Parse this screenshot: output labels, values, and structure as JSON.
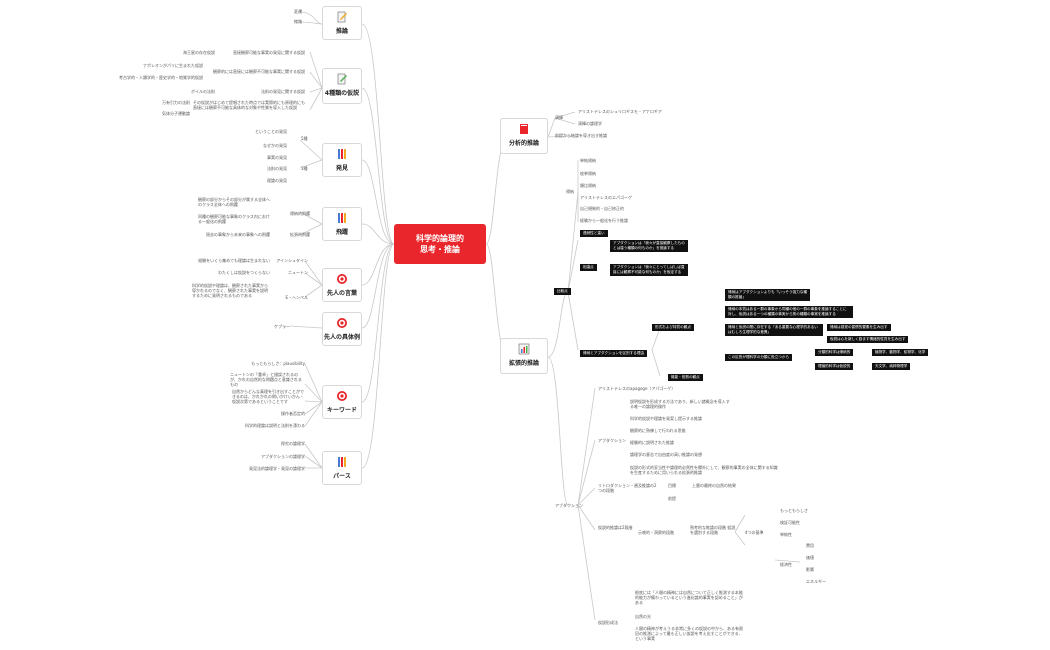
{
  "colors": {
    "accent": "#e8262b",
    "node_border": "#d8d8d8",
    "line": "#c8c8c8",
    "black_node": "#111111"
  },
  "center": {
    "line1": "科学的論理的",
    "line2": "思考・推論"
  },
  "left": {
    "suiron": {
      "title": "推論",
      "icon": "pencil-note-icon",
      "items": [
        "変遷",
        "線路"
      ]
    },
    "kasetsu": {
      "title": "4種類の仮説",
      "icon": "pencil-note-icon",
      "items": [
        "直接観察可能な事実の発見に関する仮説",
        "観察的には直接には観察不可能な事実に関する仮説",
        "法則の発見に関する仮説",
        "その仮説がはじめて提唱された時点では実際的にも原理的にも直接には観察不可能な具体的な対象や性質を導入した仮説"
      ],
      "sub": [
        "海王星の存在仮説",
        "ナポレオンがパリに生まれた仮説",
        "考古学的・人類学的・歴史学的・地質学的仮説",
        "ボイルの法則",
        "万有引力の法則",
        "気体分子運動論"
      ]
    },
    "hakken": {
      "title": "発見",
      "icon": "tube-icon",
      "labels": [
        "5種",
        "3種"
      ],
      "items": [
        "ということの発見",
        "なぜかの発見",
        "事実の発見",
        "法則の発見",
        "理論の発見"
      ]
    },
    "hiyaku": {
      "title": "飛躍",
      "icon": "tube-icon",
      "labels": [
        "帰納的飛躍",
        "拡張的飛躍"
      ],
      "items": [
        "観察の部分からその部分が属する全体へのクラス全体への飛躍",
        "同種の観察可能な事象のクラス内におけるー般化の飛躍",
        "過去の事象から未来の事象への飛躍"
      ]
    },
    "kotoba": {
      "title": "先人の言葉",
      "icon": "target-icon",
      "people": [
        "アインシュタイン",
        "ニュートン",
        "E・ヘンペル"
      ],
      "items": [
        "経験をいくら集めても理論は生まれない",
        "わたくしは仮説をつくらない",
        "科学的仮説や理論は、観察された事実から導かれるのでなく、観察された事実を説明するために発明されるものである"
      ]
    },
    "gutai": {
      "title": "先人の具体例",
      "icon": "target-icon",
      "items": [
        "ケプラー"
      ]
    },
    "keyword": {
      "title": "キーワード",
      "icon": "target-icon",
      "items": [
        "もっともらしさ：plausibility",
        "ニュートンの「重卓」と錯誤されるのが、かれの自然的な問題点と意識されるもの",
        "自然からどんな真理を引き出すことができるのは、かれかれの問いかけいかん・仮説次第であるということです",
        "操作者否定的",
        "科学的理論は説明と法則を漂わる"
      ]
    },
    "pace": {
      "title": "パース",
      "icon": "tube-icon",
      "items": [
        "探究の論理学",
        "アブダクションの論理学",
        "発見法的論理学・発見の論理学"
      ]
    }
  },
  "right": {
    "bunseki": {
      "title": "分析的推論",
      "icon": "book-icon",
      "label": "演繹",
      "items": [
        "アリストテレスのシュリロギスモ・アナロギア",
        "演繹の論理学",
        "前提から結論を導き出す推論"
      ]
    },
    "kakucho": {
      "title": "拡張的推論",
      "icon": "chart-icon",
      "kino": {
        "label": "帰納",
        "items": [
          "単純帰納",
          "枚挙帰納",
          "類比帰納",
          "アリストテレスのエパゴーゲ",
          "自己規制的・自己修正的",
          "経験から一般化を行う推論"
        ]
      },
      "hikaku": {
        "label": "比較点",
        "items": [
          "連続性と違い",
          "相違点"
        ],
        "notes": [
          "アブダクションは「我々が直接観察したものとは違う種類の何ものか」を推論する",
          "アブダクションは「我々にとってしばしば直接には観察不可能な何ものか」を仮定する"
        ]
      },
      "hoyo": {
        "label": "帰納とアブダクションを区別する理由",
        "sub": [
          "形式および特質の観点",
          "機能・役割の観点"
        ],
        "notes": [
          "帰納はアブダクションよりも「いっそう強力な種類の推論」",
          "帰納の本質はある一群の事象から同種の他の一群の事象を推論することに対し、仮説はある一つの種類の事実から別の種類の事実を推論する",
          "帰納と仮説の間に存在する「ある重要な心理学的あるいはむしろ生理学的な差異」",
          "この区別が理科学の分類に役立つから"
        ],
        "deep": [
          "帰納は感覚の習慣的要素を生み出す",
          "仮説は心を新しく励ます情緒的性質を生み出す",
          "分類的科学は帰納的",
          "理論的科学は仮説的"
        ],
        "field": [
          "植物学、動物学、鉱物学、化学",
          "天文学、純粋物理学"
        ]
      },
      "abd": {
        "label": "アブダクション",
        "a": "アリストテレスのapagoge（アパゴーゲ）",
        "b_label": "アブダクション",
        "b": [
          "説明仮説を形成する方法であり、新しい諸概念を導入する唯一の論理的操作",
          "科学的仮説や理論を発案し提示する推論",
          "観察的に熟練して行われる思推",
          "経験的に説明された推論",
          "論理学の意志で自由度の高い推論の発想",
          "仮説の形式的妥当性や論理的必然性を欄外にして、観察的事実の全体に関する知識を生産するために用いられる拡張的推論"
        ],
        "c_label": "リトロダクション・遡及推論の2つの段階",
        "c_items": [
          "目標",
          "前提"
        ],
        "c_note": "上層の最終の自然の結果",
        "d_label": "仮説的推論は2段階",
        "d_sub": "示唆的・洞察的段階",
        "d_note": "熟考的な推論の段階 仮説を選別する段階",
        "d_crit": "4つの基準",
        "d_items": [
          "もっともらしさ",
          "検証可能性",
          "単純性",
          "経済性"
        ],
        "econ": [
          "費用",
          "価値",
          "影響",
          "エネルギー"
        ],
        "e_label": "仮説形成法",
        "e_items": [
          "根底には「人間の精神には自然について正しく推測する本能的能力が備わっているという進化論的事実を認めること」がある",
          "自然の光",
          "人間の精神が考えうる非常に多くの仮説の中から、ある有限回の推測によって最も正しい仮説を考え出すことができる、という事実"
        ]
      }
    }
  }
}
